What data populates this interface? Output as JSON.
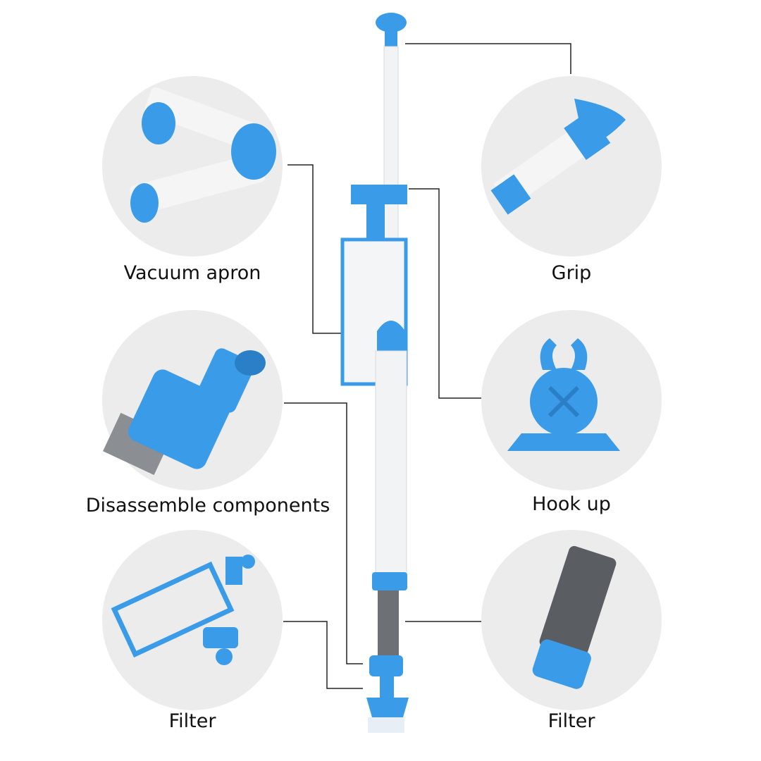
{
  "labels": {
    "vacuum_apron": "Vacuum apron",
    "grip": "Grip",
    "disassemble": "Disassemble components",
    "hook_up": "Hook up",
    "filter_left": "Filter",
    "filter_right": "Filter"
  },
  "colors": {
    "accent": "#3a9be8",
    "pipe": "#f2f3f5",
    "bg_circle": "#ececec",
    "line": "#222222"
  }
}
